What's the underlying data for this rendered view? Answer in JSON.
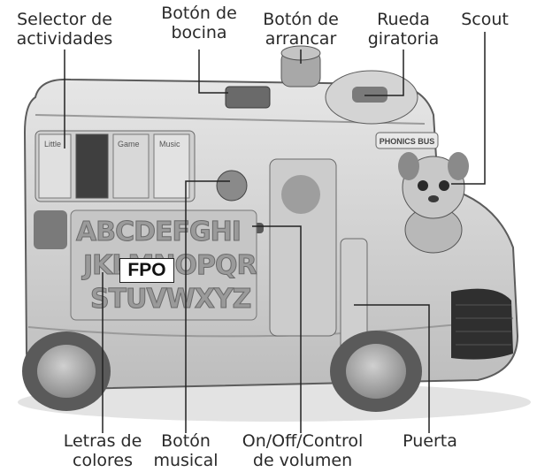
{
  "callouts": {
    "selector": [
      "Selector de",
      "actividades"
    ],
    "horn": [
      "Botón de",
      "bocina"
    ],
    "start": [
      "Botón de",
      "arrancar"
    ],
    "wheel": [
      "Rueda",
      "giratoria"
    ],
    "scout": [
      "Scout"
    ],
    "letters": [
      "Letras de",
      "colores"
    ],
    "music": [
      "Botón",
      "musical"
    ],
    "power": [
      "On/Off/Control",
      "de volumen"
    ],
    "door": [
      "Puerta"
    ]
  },
  "placeholder": "FPO",
  "bus": {
    "sign": "PHONICS BUS",
    "panels": [
      "Little",
      "",
      "Game",
      "Music"
    ],
    "letter_rows": [
      "ABCDEFGHI",
      "JKLMNOPQR",
      "STUVWXYZ"
    ]
  },
  "colors": {
    "body": "#d8d8d8",
    "outline": "#5c5c5c",
    "dark": "#4a4a4a",
    "line": "#222222",
    "text": "#2a2a2a"
  }
}
